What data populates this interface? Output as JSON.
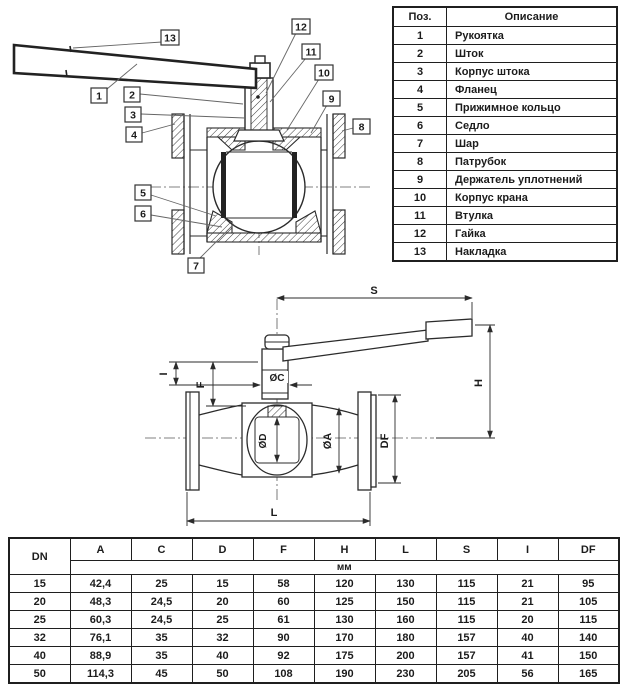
{
  "parts_table": {
    "headers": {
      "pos": "Поз.",
      "desc": "Описание"
    },
    "rows": [
      {
        "pos": "1",
        "desc": "Рукоятка"
      },
      {
        "pos": "2",
        "desc": "Шток"
      },
      {
        "pos": "3",
        "desc": "Корпус штока"
      },
      {
        "pos": "4",
        "desc": "Фланец"
      },
      {
        "pos": "5",
        "desc": "Прижимное кольцо"
      },
      {
        "pos": "6",
        "desc": "Седло"
      },
      {
        "pos": "7",
        "desc": "Шар"
      },
      {
        "pos": "8",
        "desc": "Патрубок"
      },
      {
        "pos": "9",
        "desc": "Держатель уплотнений"
      },
      {
        "pos": "10",
        "desc": "Корпус крана"
      },
      {
        "pos": "11",
        "desc": "Втулка"
      },
      {
        "pos": "12",
        "desc": "Гайка"
      },
      {
        "pos": "13",
        "desc": "Накладка"
      }
    ]
  },
  "dim_table": {
    "columns": [
      "DN",
      "A",
      "C",
      "D",
      "F",
      "H",
      "L",
      "S",
      "I",
      "DF"
    ],
    "unit": "мм",
    "rows": [
      [
        "15",
        "42,4",
        "25",
        "15",
        "58",
        "120",
        "130",
        "115",
        "21",
        "95"
      ],
      [
        "20",
        "48,3",
        "24,5",
        "20",
        "60",
        "125",
        "150",
        "115",
        "21",
        "105"
      ],
      [
        "25",
        "60,3",
        "24,5",
        "25",
        "61",
        "130",
        "160",
        "115",
        "20",
        "115"
      ],
      [
        "32",
        "76,1",
        "35",
        "32",
        "90",
        "170",
        "180",
        "157",
        "40",
        "140"
      ],
      [
        "40",
        "88,9",
        "35",
        "40",
        "92",
        "175",
        "200",
        "157",
        "41",
        "150"
      ],
      [
        "50",
        "114,3",
        "45",
        "50",
        "108",
        "190",
        "230",
        "205",
        "56",
        "165"
      ]
    ]
  },
  "section_drawing": {
    "callouts": [
      "1",
      "2",
      "3",
      "4",
      "5",
      "6",
      "7",
      "8",
      "9",
      "10",
      "11",
      "12",
      "13"
    ]
  },
  "dimension_drawing": {
    "labels": {
      "s": "S",
      "h": "H",
      "i": "I",
      "f": "F",
      "oc": "ØC",
      "od": "ØD",
      "oa": "ØA",
      "df": "DF",
      "l": "L"
    }
  },
  "colors": {
    "line": "#2b2b2b",
    "centerline": "#5a5a5a",
    "text": "#1c1c1c",
    "background": "#ffffff"
  }
}
